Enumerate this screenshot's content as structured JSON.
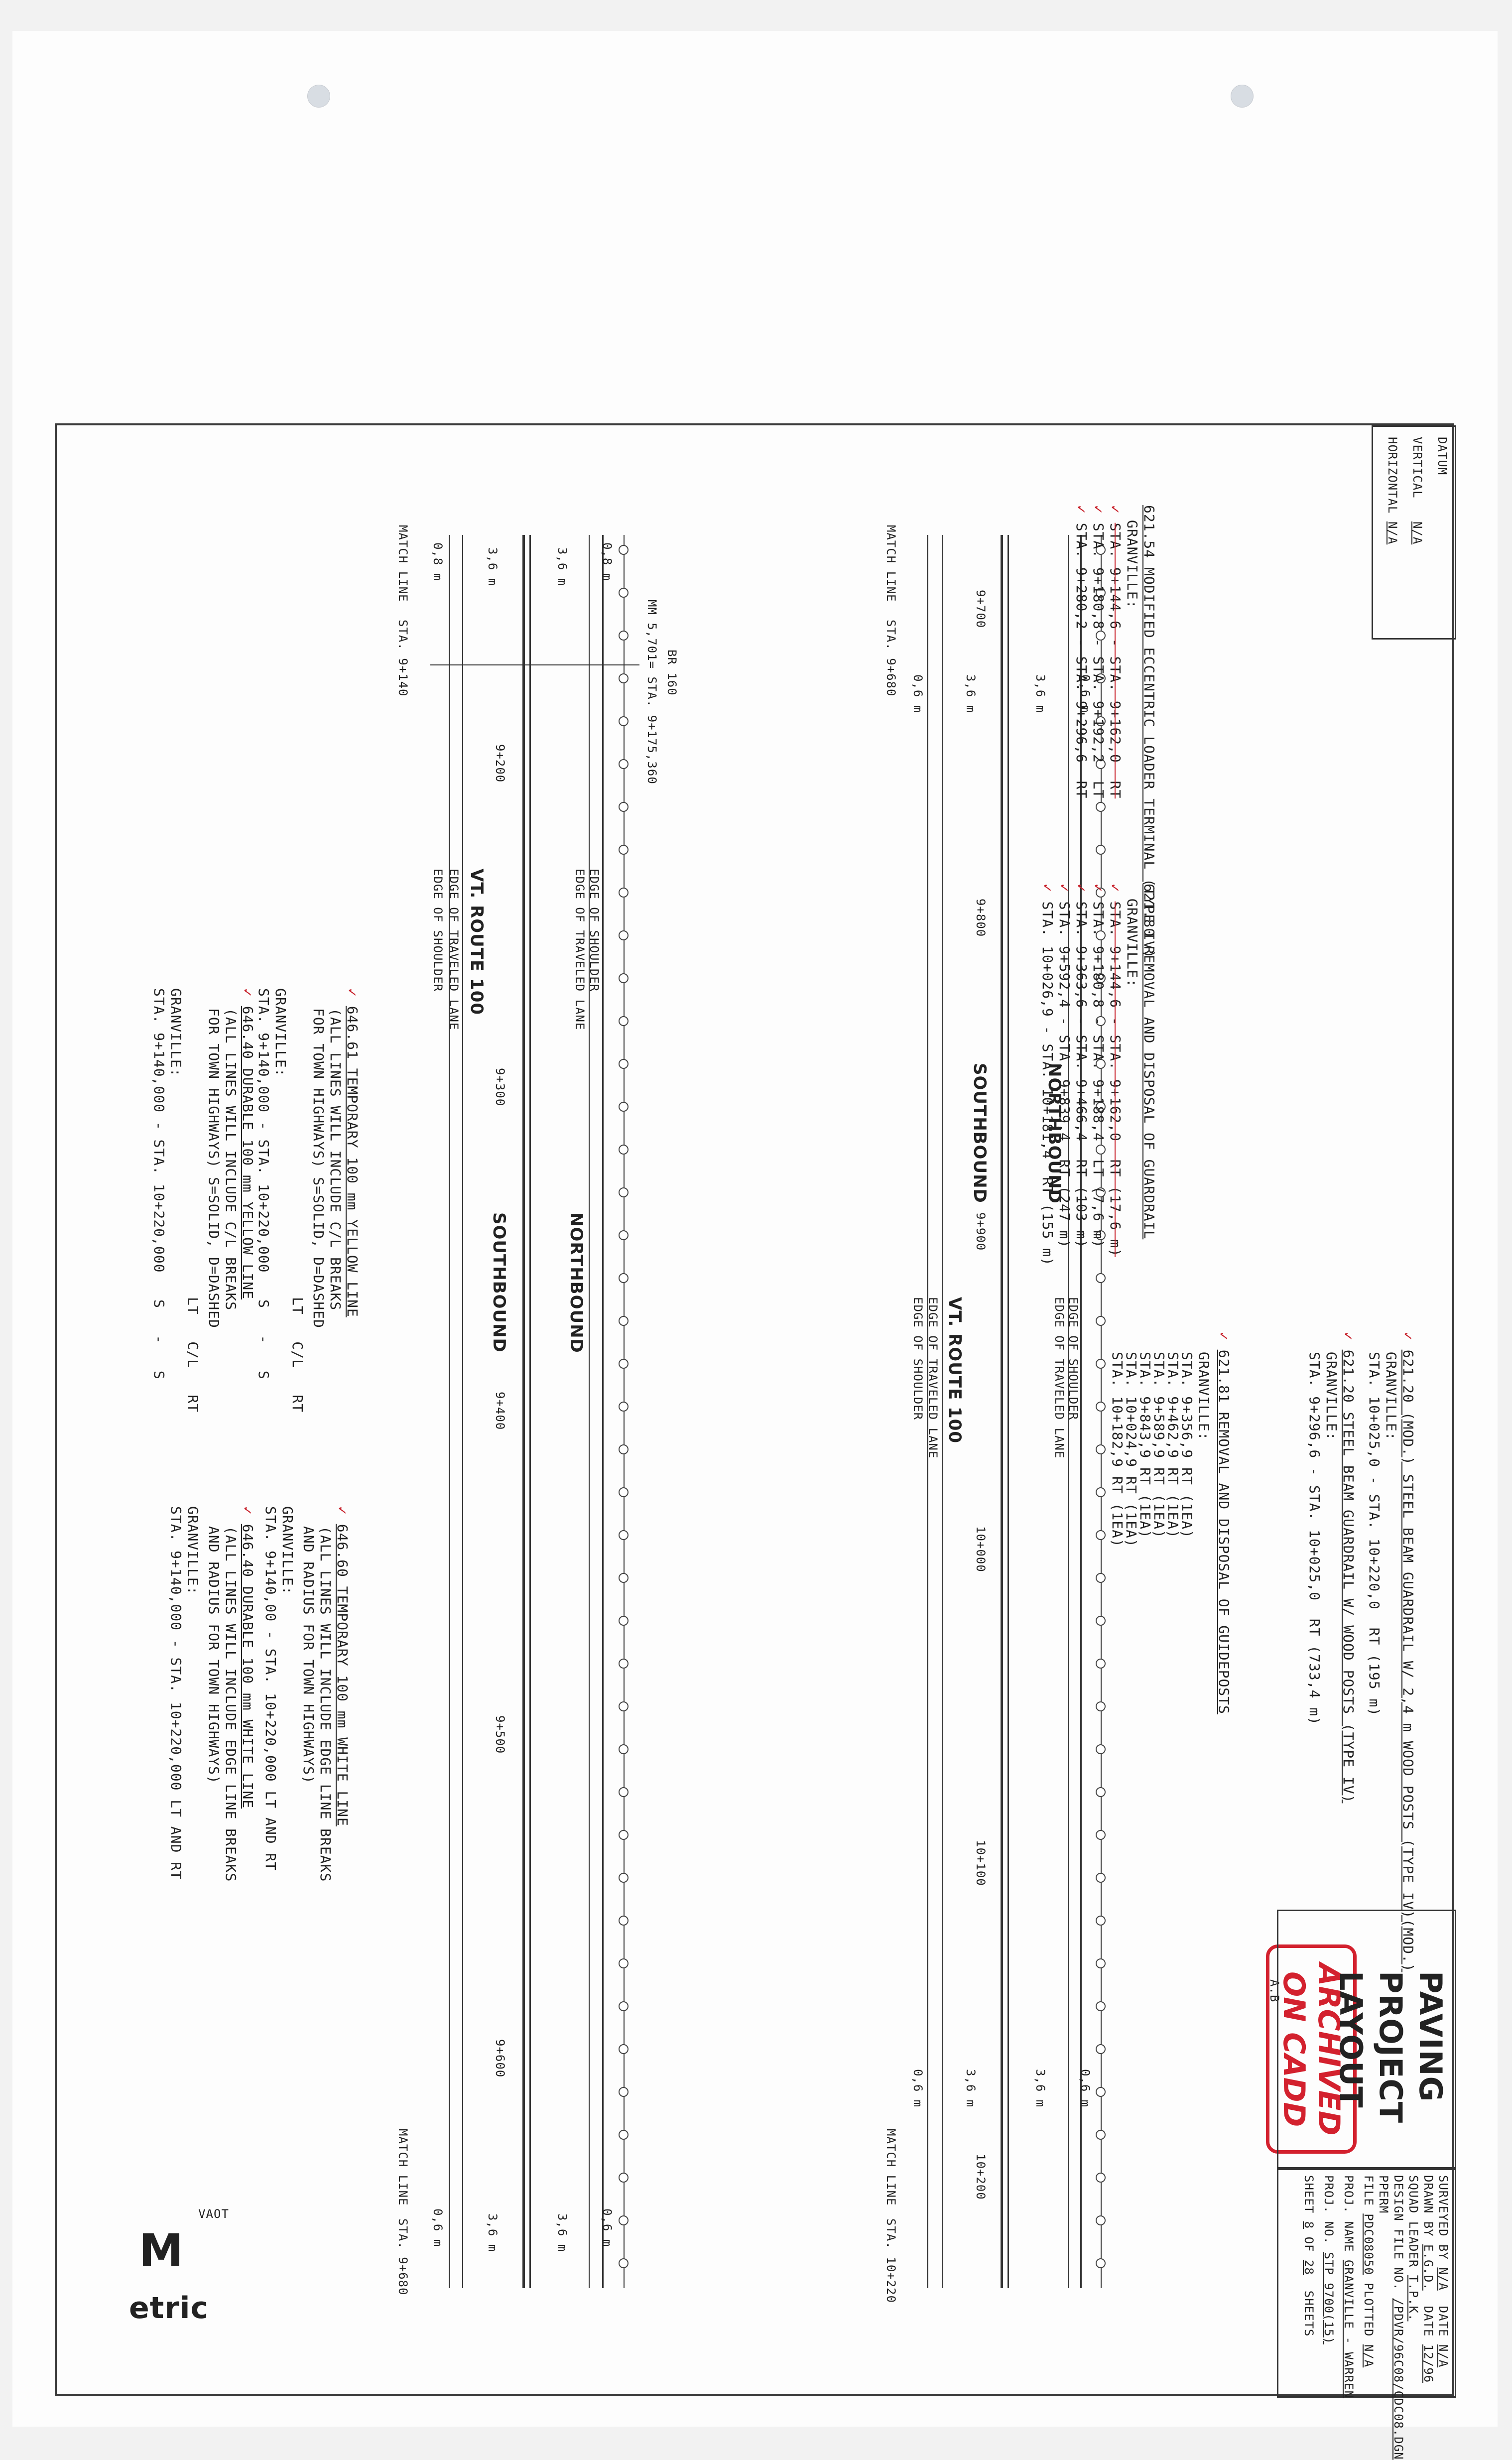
{
  "sheet_title": {
    "line1": "PAVING",
    "line2": "PROJECT",
    "line3": "LAYOUT"
  },
  "datum": {
    "title": "DATUM",
    "vertical_label": "VERTICAL",
    "vertical_value": "N/A",
    "horizontal_label": "HORIZONTAL",
    "horizontal_value": "N/A"
  },
  "logo": {
    "letter": "M",
    "word": "etric",
    "small": "VAOT"
  },
  "stamp": {
    "initials": "A.B",
    "line1": "ARCHIVED",
    "line2": "ON CADD"
  },
  "title_block": {
    "surveyed_by": "SURVEYED BY",
    "surveyed_val": "N/A",
    "date_label": "DATE",
    "date1": "N/A",
    "drawn_by": "DRAWN BY",
    "drawn_val": "E.G.D.",
    "date2": "12/96",
    "squad_leader": "SQUAD LEADER",
    "squad_val": "T.P.K.",
    "design_file": "DESIGN FILE NO.",
    "design_val": "/PDVR/96C08/CDC08.DGN",
    "pperm": "PPERM",
    "file_label": "FILE",
    "file_val": "PDC08050",
    "plotted": "PLOTTED",
    "plotted_val": "N/A",
    "proj_name_label": "PROJ. NAME",
    "proj_name": "GRANVILLE - WARREN",
    "proj_no_label": "PROJ. NO.",
    "proj_no": "STP 9700(15)",
    "sheet_label": "SHEET",
    "sheet_no": "8",
    "of": "OF",
    "total": "28",
    "sheets": "SHEETS"
  },
  "top_plan": {
    "match_left": "MATCH LINE",
    "sta_left": "STA. 9+140",
    "match_right": "MATCH LINE",
    "sta_right": "STA. 9+680",
    "bridge": "BR 160",
    "mm": "MM 5,701= STA. 9+175,360",
    "stations": [
      "9+200",
      "9+300",
      "9+400",
      "9+500",
      "9+600"
    ],
    "edge_shoulder_top": "EDGE OF SHOULDER",
    "edge_travel_top": "EDGE OF TRAVELED LANE",
    "route": "VT. ROUTE 100",
    "southbound": "SOUTHBOUND",
    "northbound": "NORTHBOUND",
    "edge_travel_bot": "EDGE OF TRAVELED LANE",
    "edge_shoulder_bot": "EDGE OF SHOULDER",
    "dim_08": "0,8 m",
    "dim_36": "3,6 m",
    "dim_06": "0,6 m"
  },
  "bottom_plan": {
    "match_left": "MATCH LINE",
    "sta_left": "STA. 9+680",
    "match_right": "MATCH LINE",
    "sta_right": "STA. 10+220",
    "stations": [
      "9+700",
      "9+800",
      "9+900",
      "10+000",
      "10+100",
      "10+200"
    ],
    "southbound": "SOUTHBOUND",
    "northbound": "NORTHBOUND",
    "route": "VT. ROUTE 100",
    "edge_shoulder_top": "EDGE OF SHOULDER",
    "edge_travel_top": "EDGE OF TRAVELED LANE",
    "edge_travel_bot": "EDGE OF TRAVELED LANE",
    "edge_shoulder_bot": "EDGE OF SHOULDER",
    "dim_06": "0,6 m",
    "dim_36": "3,6 m"
  },
  "notes": {
    "n1": {
      "title": "646.40 DURABLE 100 mm YELLOW LINE",
      "l1": "(ALL LINES WILL INCLUDE C/L BREAKS",
      "l2": "FOR TOWN HIGHWAYS) S=SOLID, D=DASHED",
      "hdr": "LT   C/L   RT",
      "town": "GRANVILLE:",
      "sta": "STA. 9+140,000 - STA. 10+220,000   S   -   S"
    },
    "n2": {
      "title": "646.61 TEMPORARY 100 mm YELLOW LINE",
      "l1": "(ALL LINES WILL INCLUDE C/L BREAKS",
      "l2": "FOR TOWN HIGHWAYS) S=SOLID, D=DASHED",
      "hdr": "LT   C/L   RT",
      "town": "GRANVILLE:",
      "sta": "STA. 9+140,000 - STA. 10+220,000   S   -   S"
    },
    "n3": {
      "title": "646.40 DURABLE 100 mm WHITE LINE",
      "l1": "(ALL LINES WILL INCLUDE EDGE LINE BREAKS",
      "l2": "AND RADIUS FOR TOWN HIGHWAYS)",
      "town": "GRANVILLE:",
      "sta": "STA. 9+140,000 - STA. 10+220,000 LT AND RT"
    },
    "n4": {
      "title": "646.60 TEMPORARY 100 mm WHITE LINE",
      "l1": "(ALL LINES WILL INCLUDE EDGE LINE BREAKS",
      "l2": "AND RADIUS FOR TOWN HIGHWAYS)",
      "town": "GRANVILLE:",
      "sta": "STA. 9+140,00 - STA. 10+220,000 LT AND RT"
    },
    "n5": {
      "title": "621.54 MODIFIED ECCENTRIC LOADER TERMINAL (TYPE IV)",
      "town": "GRANVILLE:",
      "s1": "STA. 9+144,6 - STA. 9+162,0  RT",
      "s2": "STA. 9+180,8 - STA. 9+192,2  LT",
      "s3": "STA. 9+280,2 - STA. 9+296,6  RT"
    },
    "n6": {
      "title": "621.80 REMOVAL AND DISPOSAL OF GUARDRAIL",
      "town": "GRANVILLE:",
      "s1": "STA. 9+144,6 - STA. 9+162,0  RT (17,6 m)",
      "s2": "STA. 9+180,8 - STA. 9+188,4  LT (7,6 m)",
      "s3": "STA. 9+363,6 - STA. 9+466,4  RT (103 m)",
      "s4": "STA. 9+592,4 - STA. 9+839,4  RT (247 m)",
      "s5": "STA. 10+026,9 - STA. 10+181,4  RT (155 m)"
    },
    "n7": {
      "title": "621.81 REMOVAL AND DISPOSAL OF GUIDEPOSTS",
      "town": "GRANVILLE:",
      "s1": "STA. 9+356,9 RT (1EA)",
      "s2": "STA. 9+462,9 RT (1EA)",
      "s3": "STA. 9+589,9 RT (1EA)",
      "s4": "STA. 9+843,9 RT (1EA)",
      "s5": "STA. 10+024,9 RT (1EA)",
      "s6": "STA. 10+182,9 RT (1EA)"
    },
    "n8": {
      "title": "621.20 STEEL BEAM GUARDRAIL W/ WOOD POSTS (TYPE IV)",
      "town": "GRANVILLE:",
      "s1": "STA. 9+296,6 - STA. 10+025,0  RT (733,4 m)"
    },
    "n9": {
      "title": "621.20 (MOD.) STEEL BEAM GUARDRAIL W/ 2,4 m WOOD POSTS (TYPE IV)(MOD.)",
      "town": "GRANVILLE:",
      "s1": "STA. 10+025,0 - STA. 10+220,0  RT (195 m)"
    }
  }
}
